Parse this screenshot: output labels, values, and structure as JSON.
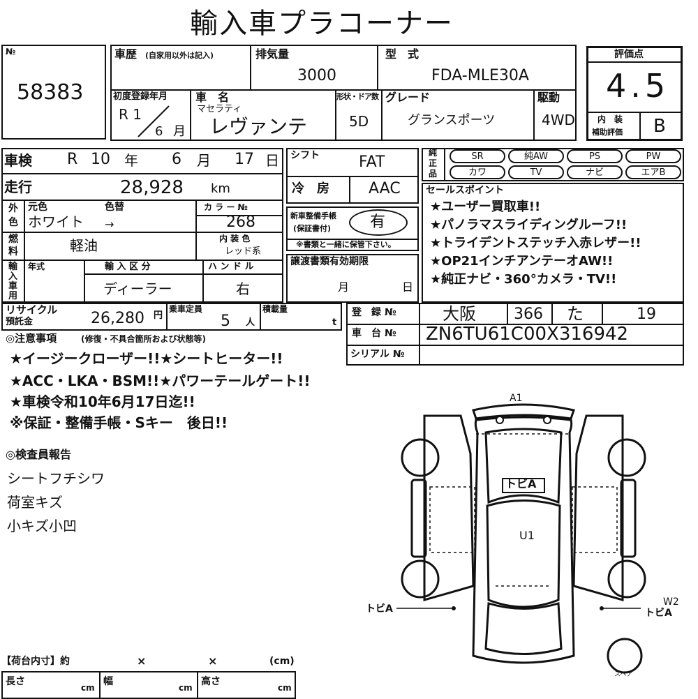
{
  "title": "輸入車プラコーナー",
  "lot": {
    "label": "№",
    "number": "58383"
  },
  "history": {
    "label": "車歴",
    "note": "(自家用以外は記入)",
    "value": ""
  },
  "displacement": {
    "label": "排気量",
    "value": "3000"
  },
  "model_code": {
    "label": "型　式",
    "value": "FDA-MLE30A"
  },
  "score": {
    "label": "評価点",
    "value": "4.5",
    "interior_label_1": "内　装",
    "interior_label_2": "補助評価",
    "interior_value": "B"
  },
  "first_reg": {
    "label": "初度登録年月",
    "era": "R 1",
    "month": "6",
    "month_unit": "月"
  },
  "car_name": {
    "label": "車　名",
    "maker": "マセラティ",
    "model": "レヴァンテ"
  },
  "doors": {
    "label": "形状・ドア数",
    "value": "5D"
  },
  "grade": {
    "label": "グレード",
    "value": "グランスポーツ"
  },
  "drive": {
    "label": "駆動",
    "value": "4WD"
  },
  "inspection": {
    "label": "車検",
    "era": "R",
    "year": "10",
    "y_unit": "年",
    "month": "6",
    "m_unit": "月",
    "day": "17",
    "d_unit": "日"
  },
  "shift": {
    "label": "シフト",
    "value": "FAT"
  },
  "mileage": {
    "label": "走行",
    "value": "28,928",
    "unit": "km"
  },
  "ac": {
    "label": "冷　房",
    "value": "AAC"
  },
  "color": {
    "side_label_1": "外",
    "side_label_2": "色",
    "orig_label": "元色",
    "change_label": "色替",
    "orig": "ホワイト",
    "arrow": "→",
    "code_label": "カ ラ ー №",
    "code": "268",
    "interior_label": "内 装 色",
    "interior": "レッド系"
  },
  "service_book": {
    "label_1": "新車整備手帳",
    "label_2": "(保証書付)",
    "value": "有",
    "note": "※書類と一緒に保管下さい。"
  },
  "fuel": {
    "label_1": "燃",
    "label_2": "料",
    "value": "軽油"
  },
  "equipment": {
    "label_1": "純",
    "label_2": "正",
    "label_3": "品",
    "items": [
      "SR",
      "純AW",
      "PS",
      "PW",
      "カワ",
      "TV",
      "ナビ",
      "エアB"
    ]
  },
  "sales_points": {
    "label": "セールスポイント",
    "lines": [
      "★ユーザー買取車!!",
      "★パノラマスライディングルーフ!!",
      "★トライデントステッチ入赤レザー!!",
      "★OP21インチアンテーオAW!!",
      "★純正ナビ・360°カメラ・TV!!"
    ]
  },
  "import": {
    "side_1": "輸",
    "side_2": "入",
    "side_3": "車",
    "side_4": "用",
    "year_label": "年式",
    "class_label": "輸 入 区 分",
    "class": "ディーラー",
    "handle_label": "ハ ン ド ル",
    "handle": "右"
  },
  "transfer": {
    "label": "譲渡書類有効期限",
    "month_unit": "月",
    "day_unit": "日"
  },
  "recycle": {
    "label_1": "リサイクル",
    "label_2": "預託金",
    "value": "26,280",
    "unit": "円"
  },
  "capacity": {
    "label": "乗車定員",
    "value": "5",
    "unit": "人"
  },
  "load": {
    "label": "積載量",
    "unit": "t"
  },
  "registration": {
    "label": "登　録 №",
    "region": "大阪",
    "class_no": "366",
    "kana": "た",
    "number": "19"
  },
  "vin": {
    "label": "車　台 №",
    "value": "ZN6TU61C00X316942"
  },
  "serial": {
    "label": "シリアル №",
    "value": ""
  },
  "notes": {
    "label": "◎注意事項",
    "sub": "(修復・不具合箇所および状態等)",
    "lines": [
      "★イージークローザー!!★シートヒーター!!",
      "★ACC・LKA・BSM!!★パワーテールゲート!!",
      "★車検令和10年6月17日迄!!",
      "※保証・整備手帳・Sキー　後日!!"
    ]
  },
  "inspector": {
    "label": "◎検査員報告",
    "lines": [
      "シートフチシワ",
      "荷室キズ",
      "小キズ小凹"
    ]
  },
  "diagram": {
    "a1": "A1",
    "hood": "トビA",
    "u1": "U1",
    "left_side": "トビA",
    "w2": "W2",
    "right_side": "トビA",
    "spare": "スペア"
  },
  "cargo": {
    "label": "【荷台内寸】約",
    "x1": "×",
    "x2": "×",
    "unit": "(cm)",
    "length": "長さ",
    "width": "幅",
    "height": "高さ",
    "cm": "cm"
  }
}
